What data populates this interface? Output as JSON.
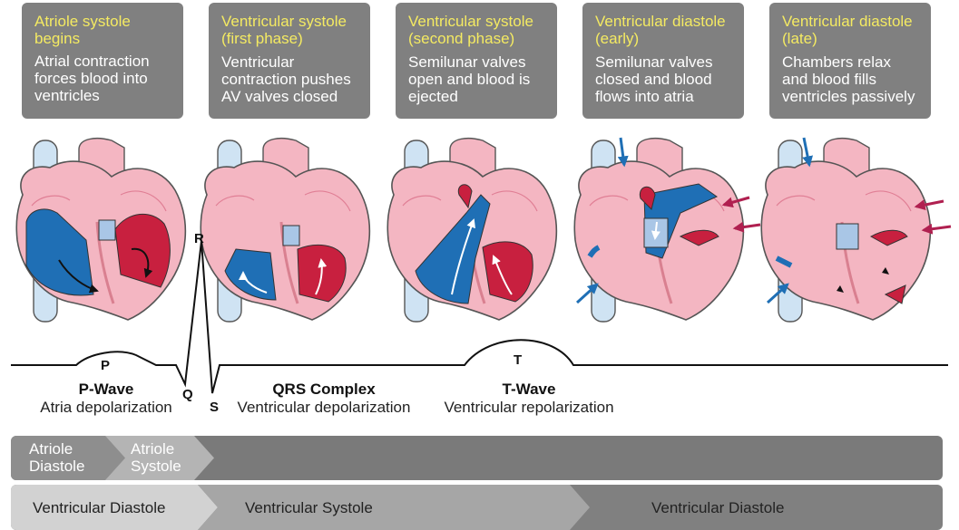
{
  "phases": [
    {
      "title": "Atriole systole begins",
      "desc": "Atrial contraction forces blood into ventricles"
    },
    {
      "title": "Ventricular systole (first phase)",
      "desc": "Ventricular contraction pushes AV valves closed"
    },
    {
      "title": "Ventricular systole (second phase)",
      "desc": "Semilunar valves open and blood is ejected"
    },
    {
      "title": "Ventricular diastole (early)",
      "desc": "Semilunar valves closed and blood flows into atria"
    },
    {
      "title": "Ventricular diastole (late)",
      "desc": "Chambers relax and blood fills ventricles passively"
    }
  ],
  "ecg": {
    "p": "P",
    "q": "Q",
    "r": "R",
    "s": "S",
    "t": "T",
    "p_wave": {
      "title": "P-Wave",
      "desc": "Atria depolarization"
    },
    "qrs": {
      "title": "QRS Complex",
      "desc": "Ventricular depolarization"
    },
    "t_wave": {
      "title": "T-Wave",
      "desc": "Ventricular repolarization"
    }
  },
  "atrial_bar": {
    "diastole": "Atriole Diastole",
    "systole": "Atriole Systole"
  },
  "ventricular_bar": {
    "diastole_1": "Ventricular Diastole",
    "systole": "Ventricular Systole",
    "diastole_2": "Ventricular Diastole"
  },
  "colors": {
    "box": "#808080",
    "title": "#f4ea62",
    "deoxy_blood": "#1f6fb5",
    "oxy_blood": "#c8203f",
    "heart_pink": "#f4b6c2",
    "vessel": "#cfe3f3"
  }
}
